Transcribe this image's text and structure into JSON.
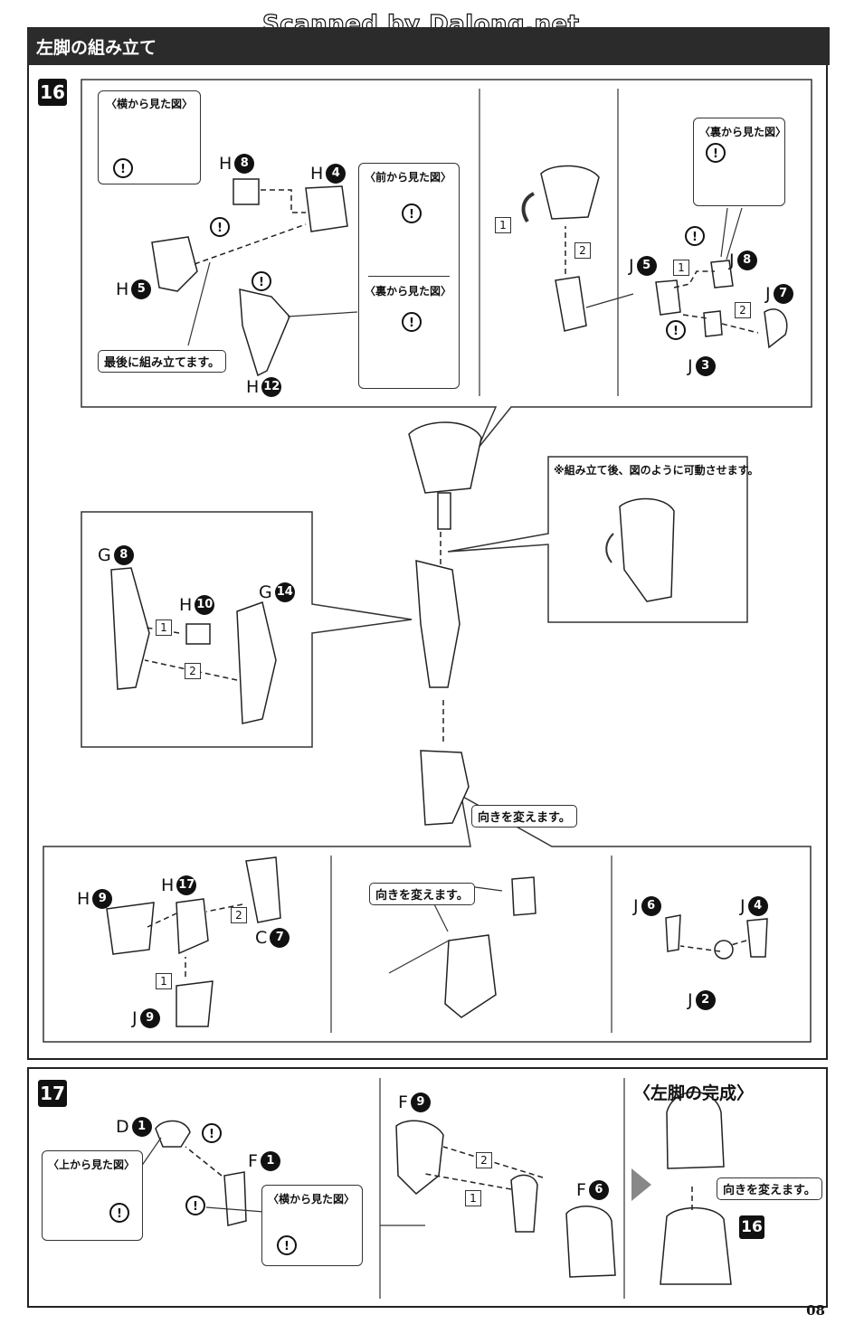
{
  "watermark": "Scanned by Dalong.net",
  "section_title": "左脚の組み立て",
  "page_number": "08",
  "step16": {
    "number": "16",
    "view_side": "〈横から見た図〉",
    "view_front": "〈前から見た図〉",
    "view_back_a": "〈裏から見た図〉",
    "view_back_b": "〈裏から見た図〉",
    "note_last": "最後に組み立てます。",
    "note_move": "※組み立て後、図のように可動させます。",
    "note_turn_a": "向きを変えます。",
    "note_turn_b": "向きを変えます。",
    "parts": {
      "h8": {
        "letter": "H",
        "num": "8"
      },
      "h4": {
        "letter": "H",
        "num": "4"
      },
      "h5": {
        "letter": "H",
        "num": "5"
      },
      "h12": {
        "letter": "H",
        "num": "12"
      },
      "j5": {
        "letter": "J",
        "num": "5"
      },
      "j8": {
        "letter": "J",
        "num": "8"
      },
      "j7": {
        "letter": "J",
        "num": "7"
      },
      "j3": {
        "letter": "J",
        "num": "3"
      },
      "g8": {
        "letter": "G",
        "num": "8"
      },
      "h10": {
        "letter": "H",
        "num": "10"
      },
      "g14": {
        "letter": "G",
        "num": "14"
      },
      "h9": {
        "letter": "H",
        "num": "9"
      },
      "h17": {
        "letter": "H",
        "num": "17"
      },
      "c7": {
        "letter": "C",
        "num": "7"
      },
      "j9": {
        "letter": "J",
        "num": "9"
      },
      "j6": {
        "letter": "J",
        "num": "6"
      },
      "j4": {
        "letter": "J",
        "num": "4"
      },
      "j2": {
        "letter": "J",
        "num": "2"
      }
    },
    "order": {
      "one": "1",
      "two": "2"
    }
  },
  "step17": {
    "number": "17",
    "view_top": "〈上から見た図〉",
    "view_side": "〈横から見た図〉",
    "complete_title": "〈左脚の完成〉",
    "note_turn": "向きを変えます。",
    "ref_step": "16",
    "parts": {
      "d1": {
        "letter": "D",
        "num": "1"
      },
      "f1": {
        "letter": "F",
        "num": "1"
      },
      "f9": {
        "letter": "F",
        "num": "9"
      },
      "f6": {
        "letter": "F",
        "num": "6"
      }
    }
  },
  "icons": {
    "caution": "caution-icon",
    "arrow": "right-arrow-icon"
  }
}
